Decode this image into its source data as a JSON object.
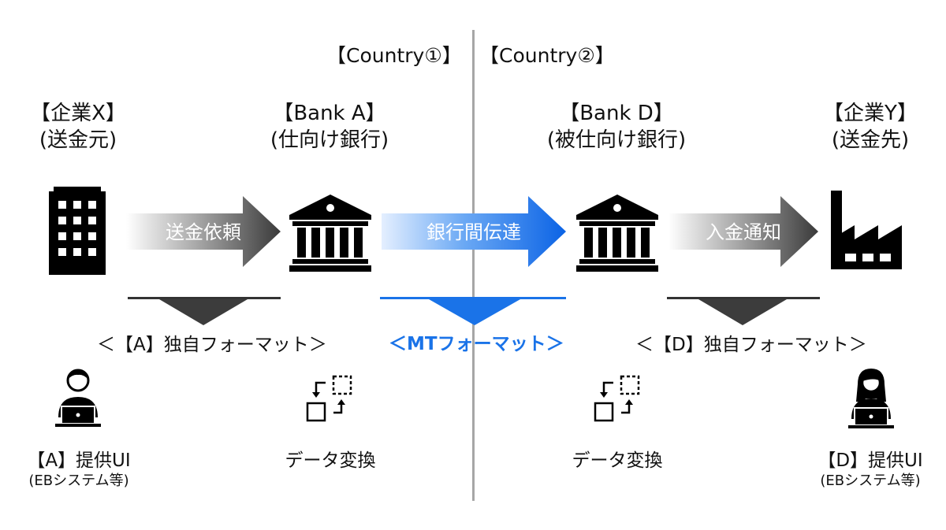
{
  "countries": {
    "left": "【Country①】",
    "right": "【Country②】"
  },
  "entities": {
    "company_x": {
      "name": "【企業X】",
      "role": "(送金元)"
    },
    "bank_a": {
      "name": "【Bank A】",
      "role": "(仕向け銀行)"
    },
    "bank_d": {
      "name": "【Bank D】",
      "role": "(被仕向け銀行)"
    },
    "company_y": {
      "name": "【企業Y】",
      "role": "(送金先)"
    }
  },
  "arrows": {
    "remittance_request": "送金依頼",
    "interbank_transfer": "銀行間伝達",
    "payment_notice": "入金通知"
  },
  "formats": {
    "a_format": "＜【A】独自フォーマット＞",
    "mt_format": "＜MTフォーマット＞",
    "d_format": "＜【D】独自フォーマット＞"
  },
  "bottom": {
    "a_ui": {
      "title": "【A】提供UI",
      "sub": "(EBシステム等)"
    },
    "conversion_left": "データ変換",
    "conversion_right": "データ変換",
    "d_ui": {
      "title": "【D】提供UI",
      "sub": "(EBシステム等)"
    }
  },
  "colors": {
    "mt_accent": "#1a73e8",
    "gray_arrow_dark": "#3a3a3a",
    "divider": "#a6a6a6"
  },
  "icons": {
    "company_x": "office-building-icon",
    "bank": "bank-building-icon",
    "company_y": "factory-icon",
    "user_male": "user-laptop-icon",
    "user_female": "user-laptop-female-icon",
    "conversion": "data-conversion-icon"
  }
}
